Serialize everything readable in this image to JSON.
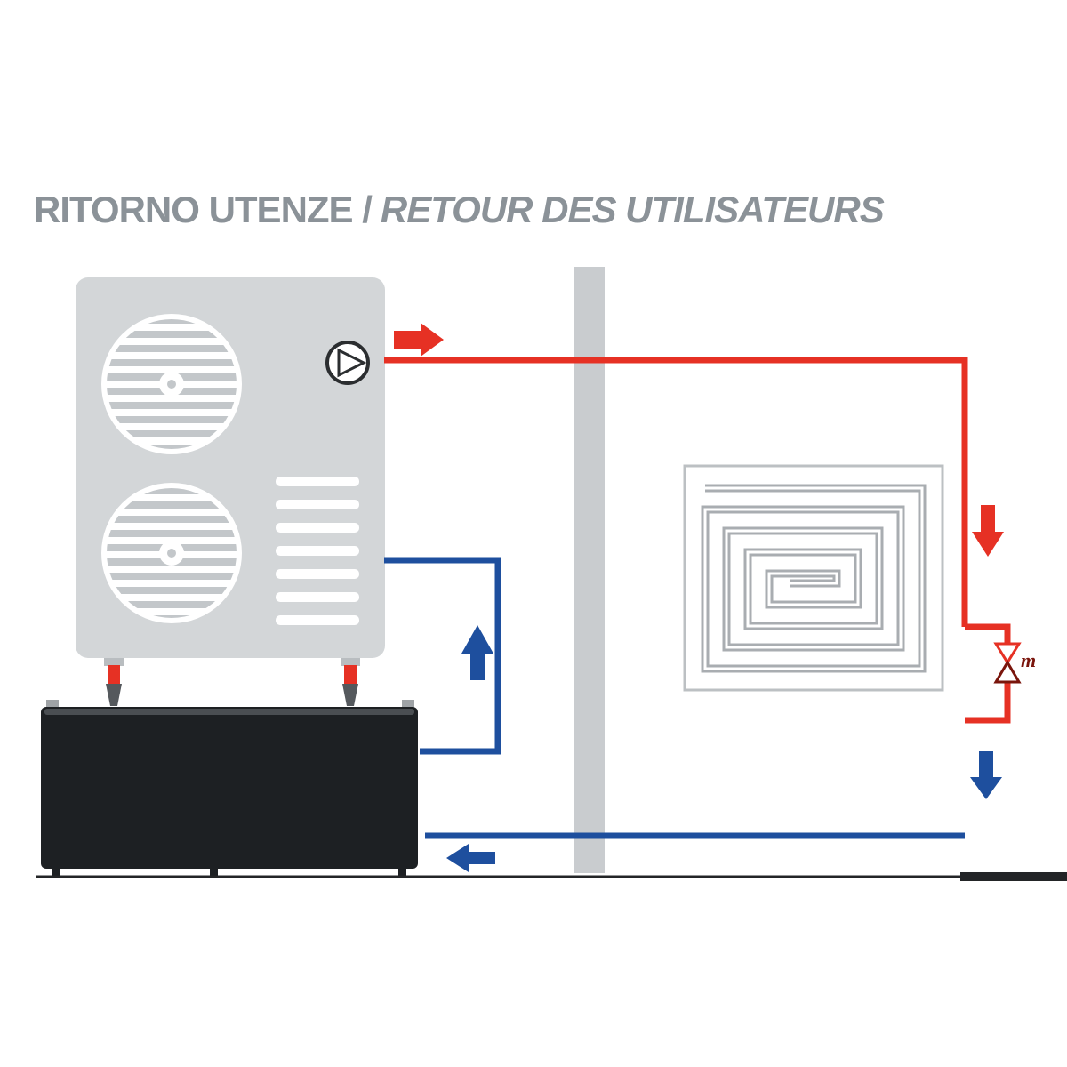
{
  "title": {
    "part1": "RITORNO UTENZE /",
    "part2": "RETOUR DES UTILISATEURS"
  },
  "valve": {
    "motor_label": "m"
  },
  "colors": {
    "red": "#e63124",
    "dark-red": "#7a150c",
    "blue": "#1e4f9e",
    "unit-gray": "#d3d6d8",
    "grille-gray": "#c3c7ca",
    "wall-gray": "#c9cccf",
    "coil-gray": "#a9adb1",
    "coil-border": "#bcc0c3",
    "tank-black": "#1d2023",
    "tank-top": "#4a4e52",
    "title-gray": "#8b9298",
    "outline-dark": "#2b2e30",
    "ground": "#232527"
  }
}
